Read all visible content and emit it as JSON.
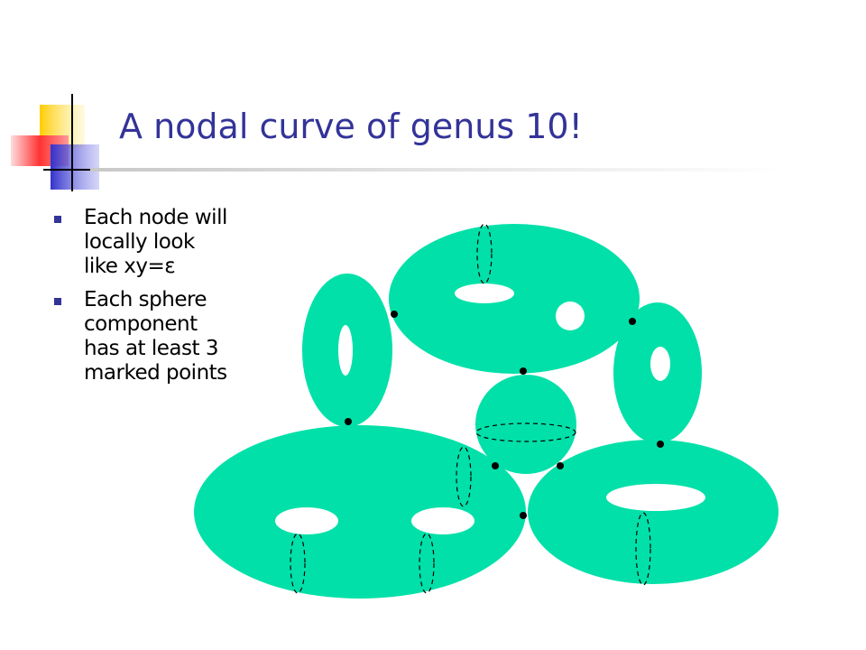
{
  "slide": {
    "title": "A nodal curve of genus 10!",
    "bullets": [
      {
        "text": "Each node will\nlocally look\nlike xy=ε"
      },
      {
        "text": "Each sphere\ncomponent\nhas at least 3\nmarked points"
      }
    ]
  },
  "colors": {
    "title": "#333399",
    "surface": "#00e0a8",
    "hole": "#ffffff",
    "bullet": "#333399",
    "node": "#000000",
    "accent_yellow": "#ffcc00",
    "accent_red": "#ff3333",
    "accent_blue": "#3333cc"
  }
}
